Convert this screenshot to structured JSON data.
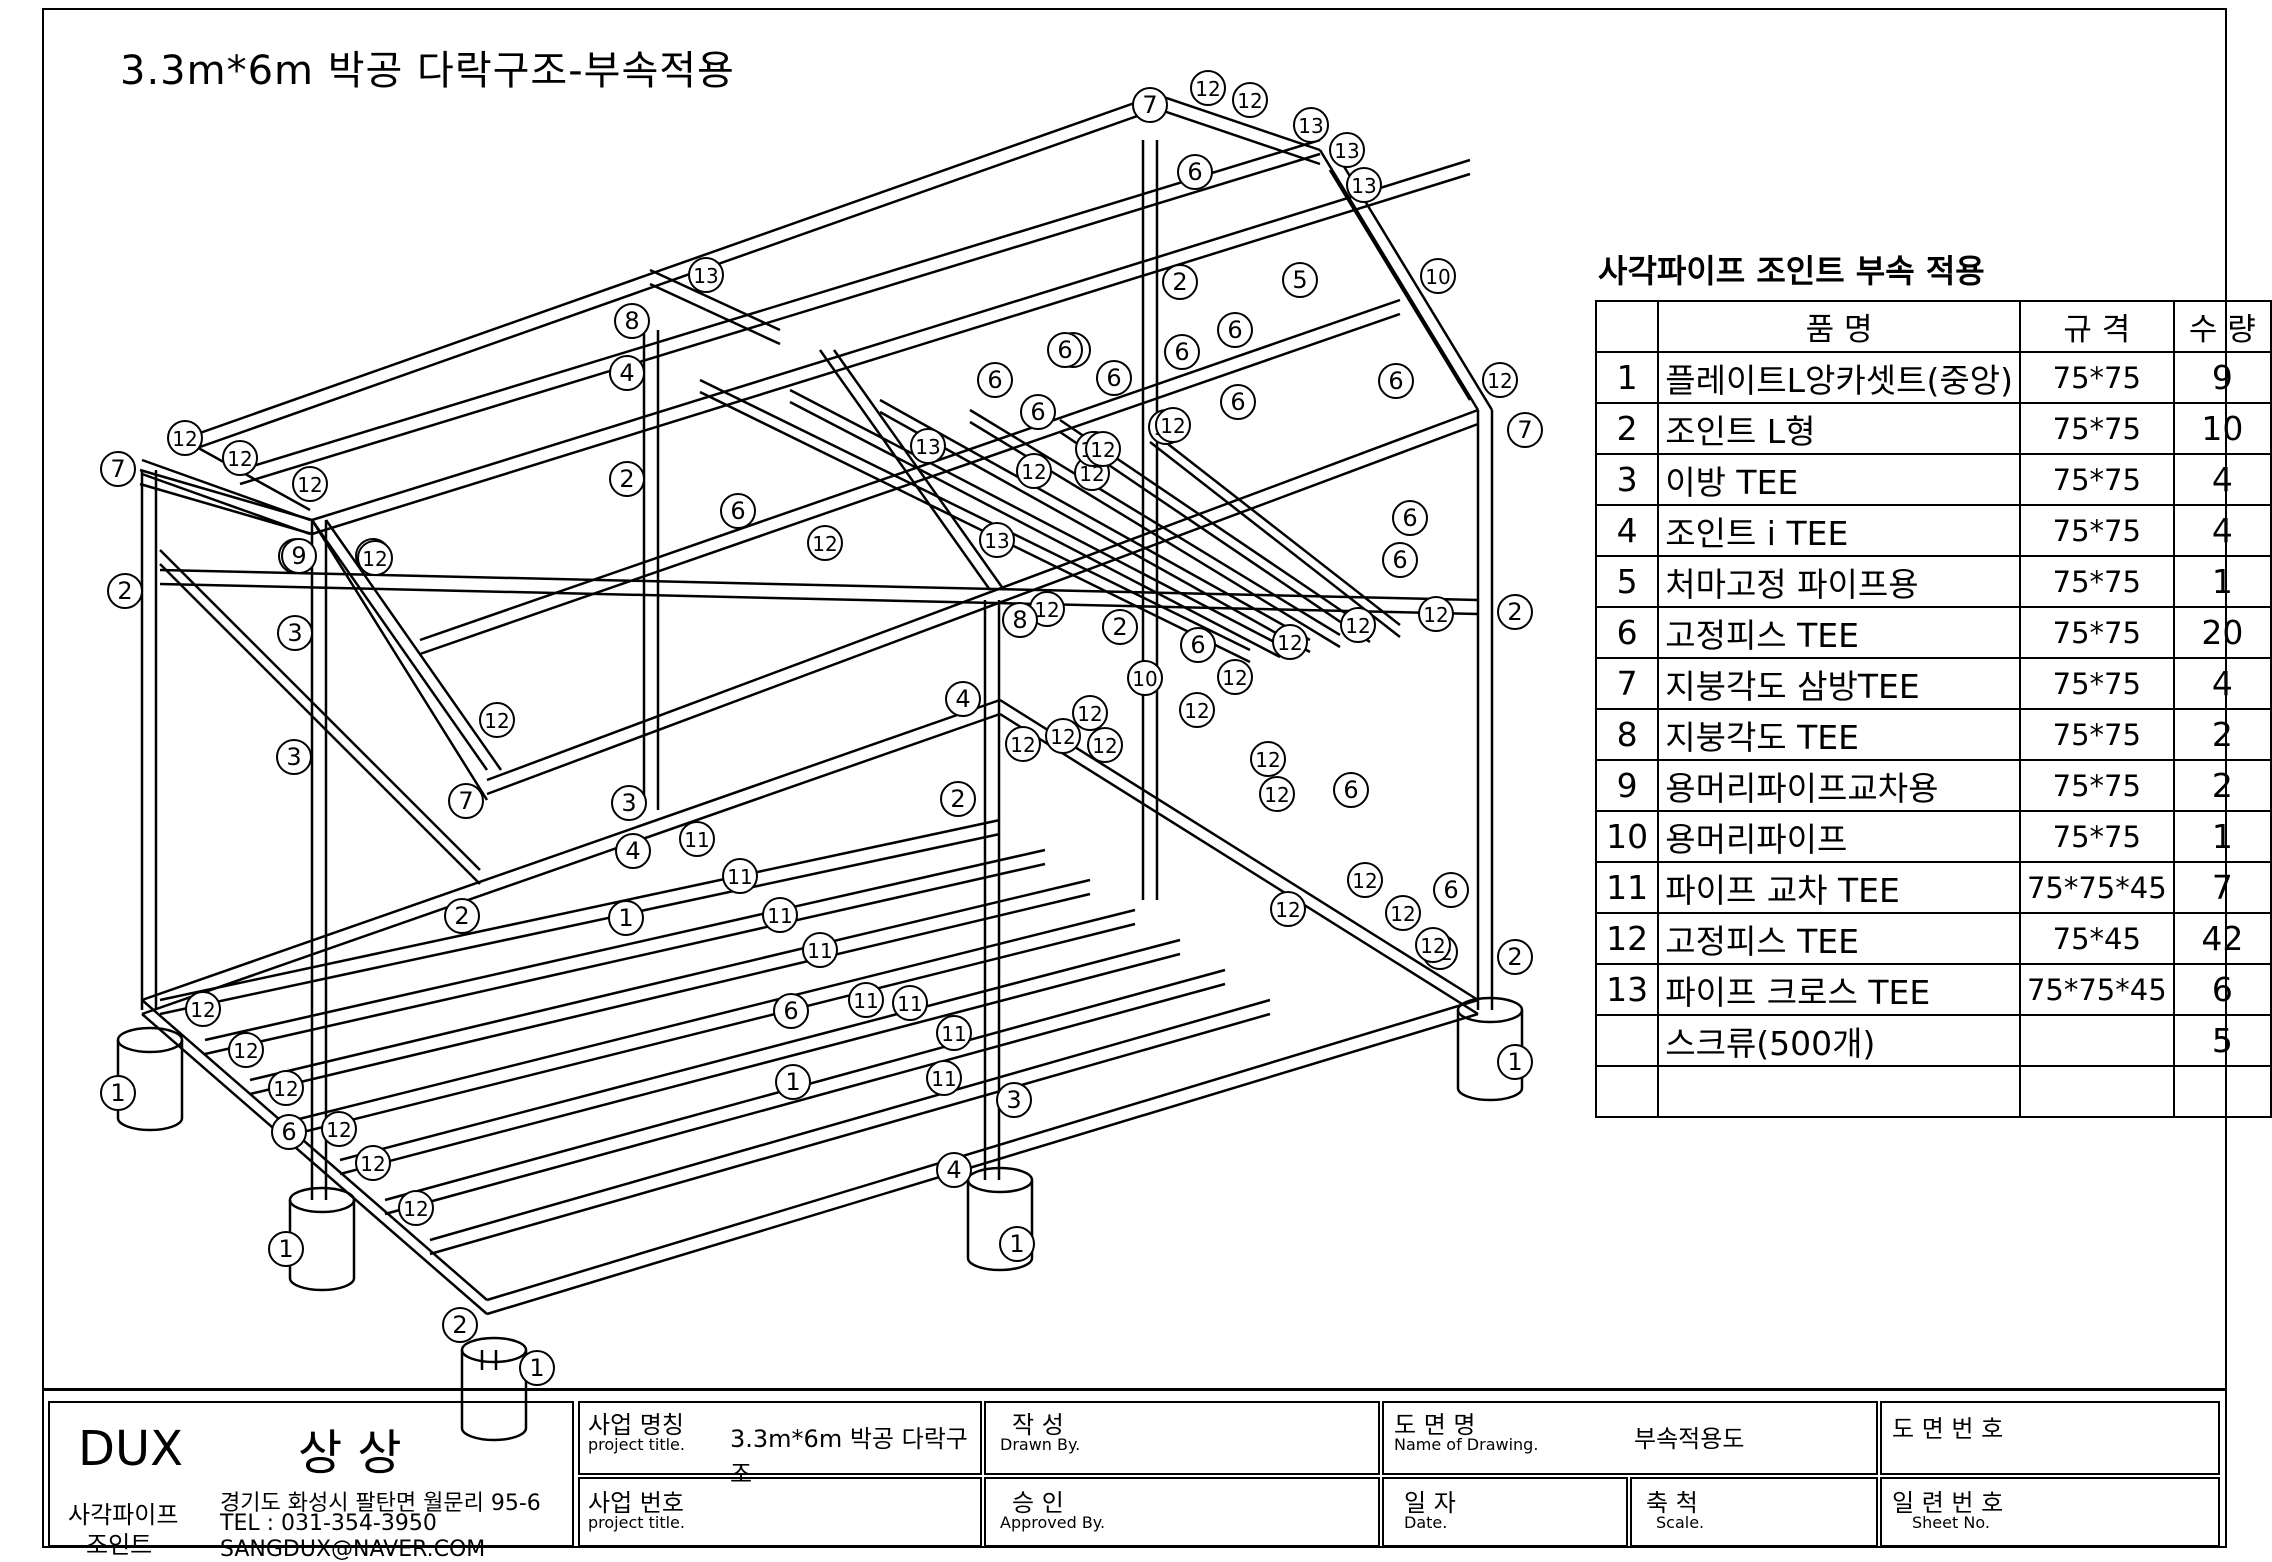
{
  "title": "3.3m*6m 박공 다락구조-부속적용",
  "table": {
    "title": "사각파이프 조인트 부속 적용",
    "headers": {
      "name": "품 명",
      "spec": "규 격",
      "qty": "수 량"
    },
    "rows": [
      {
        "num": "1",
        "name": "플레이트L앙카셋트(중앙)",
        "spec": "75*75",
        "qty": "9"
      },
      {
        "num": "2",
        "name": "조인트 L형",
        "spec": "75*75",
        "qty": "10"
      },
      {
        "num": "3",
        "name": "이방 TEE",
        "spec": "75*75",
        "qty": "4"
      },
      {
        "num": "4",
        "name": "조인트 i TEE",
        "spec": "75*75",
        "qty": "4"
      },
      {
        "num": "5",
        "name": "처마고정 파이프용",
        "spec": "75*75",
        "qty": "1"
      },
      {
        "num": "6",
        "name": "고정피스 TEE",
        "spec": "75*75",
        "qty": "20"
      },
      {
        "num": "7",
        "name": "지붕각도 삼방TEE",
        "spec": "75*75",
        "qty": "4"
      },
      {
        "num": "8",
        "name": "지붕각도 TEE",
        "spec": "75*75",
        "qty": "2"
      },
      {
        "num": "9",
        "name": "용머리파이프교차용",
        "spec": "75*75",
        "qty": "2"
      },
      {
        "num": "10",
        "name": "용머리파이프",
        "spec": "75*75",
        "qty": "1"
      },
      {
        "num": "11",
        "name": "파이프 교차 TEE",
        "spec": "75*75*45",
        "qty": "7"
      },
      {
        "num": "12",
        "name": "고정피스 TEE",
        "spec": "75*45",
        "qty": "42"
      },
      {
        "num": "13",
        "name": "파이프 크로스 TEE",
        "spec": "75*75*45",
        "qty": "6"
      },
      {
        "num": "",
        "name": "스크류(500개)",
        "spec": "",
        "qty": "5"
      },
      {
        "num": "",
        "name": "",
        "spec": "",
        "qty": ""
      }
    ]
  },
  "titleblock": {
    "brand": "DUX",
    "brand_korean": "상 상",
    "company_line1": "사각파이프",
    "company_line2": "조인트",
    "address": "경기도 화성시 팔탄면 월문리 95-6",
    "tel": "TEL : 031-354-3950",
    "email": "SANGDUX@NAVER.COM",
    "project_name_label": "사업 명칭",
    "project_name_sub": "project title.",
    "project_name_value": "3.3m*6m 박공 다락구조",
    "project_no_label": "사업 번호",
    "project_no_sub": "project title.",
    "drawn_label": "작 성",
    "drawn_sub": "Drawn By.",
    "approved_label": "승 인",
    "approved_sub": "Approved By.",
    "drawing_name_label": "도 면 명",
    "drawing_name_sub": "Name of Drawing.",
    "drawing_name_value": "부속적용도",
    "date_label": "일 자",
    "date_sub": "Date.",
    "scale_label": "축 척",
    "scale_sub": "Scale.",
    "drawing_no_label": "도 면 번 호",
    "sheet_label": "일 련 번 호",
    "sheet_sub": "Sheet No."
  },
  "callouts": [
    {
      "n": "12"
    },
    {
      "n": "12"
    },
    {
      "n": "12"
    },
    {
      "n": "9"
    },
    {
      "n": "12"
    },
    {
      "n": "7"
    },
    {
      "n": "6"
    },
    {
      "n": "12"
    },
    {
      "n": "12"
    },
    {
      "n": "13"
    },
    {
      "n": "13"
    },
    {
      "n": "13"
    },
    {
      "n": "10"
    },
    {
      "n": "2"
    },
    {
      "n": "5"
    },
    {
      "n": "8"
    },
    {
      "n": "6"
    },
    {
      "n": "4"
    },
    {
      "n": "6"
    },
    {
      "n": "6"
    },
    {
      "n": "6"
    },
    {
      "n": "6"
    },
    {
      "n": "13"
    },
    {
      "n": "6"
    },
    {
      "n": "6"
    },
    {
      "n": "6"
    },
    {
      "n": "12"
    },
    {
      "n": "6"
    },
    {
      "n": "12"
    },
    {
      "n": "7"
    },
    {
      "n": "12"
    },
    {
      "n": "12"
    },
    {
      "n": "7"
    },
    {
      "n": "12"
    },
    {
      "n": "2"
    },
    {
      "n": "12"
    },
    {
      "n": "13"
    },
    {
      "n": "12"
    },
    {
      "n": "2"
    },
    {
      "n": "9"
    },
    {
      "n": "12"
    },
    {
      "n": "6"
    },
    {
      "n": "12"
    },
    {
      "n": "3"
    },
    {
      "n": "13"
    },
    {
      "n": "12"
    },
    {
      "n": "12"
    },
    {
      "n": "6"
    },
    {
      "n": "6"
    },
    {
      "n": "8"
    },
    {
      "n": "2"
    },
    {
      "n": "6"
    },
    {
      "n": "12"
    },
    {
      "n": "12"
    },
    {
      "n": "12"
    },
    {
      "n": "2"
    },
    {
      "n": "3"
    },
    {
      "n": "10"
    },
    {
      "n": "12"
    },
    {
      "n": "4"
    },
    {
      "n": "12"
    },
    {
      "n": "12"
    },
    {
      "n": "12"
    },
    {
      "n": "12"
    },
    {
      "n": "12"
    },
    {
      "n": "7"
    },
    {
      "n": "12"
    },
    {
      "n": "6"
    },
    {
      "n": "3"
    },
    {
      "n": "2"
    },
    {
      "n": "12"
    },
    {
      "n": "4"
    },
    {
      "n": "11"
    },
    {
      "n": "11"
    },
    {
      "n": "12"
    },
    {
      "n": "2"
    },
    {
      "n": "11"
    },
    {
      "n": "1"
    },
    {
      "n": "12"
    },
    {
      "n": "6"
    },
    {
      "n": "11"
    },
    {
      "n": "12"
    },
    {
      "n": "11"
    },
    {
      "n": "12"
    },
    {
      "n": "2"
    },
    {
      "n": "11"
    },
    {
      "n": "12"
    },
    {
      "n": "11"
    },
    {
      "n": "12"
    },
    {
      "n": "1"
    },
    {
      "n": "6"
    },
    {
      "n": "12"
    },
    {
      "n": "11"
    },
    {
      "n": "1"
    },
    {
      "n": "1"
    },
    {
      "n": "12"
    },
    {
      "n": "3"
    },
    {
      "n": "12"
    },
    {
      "n": "6"
    },
    {
      "n": "12"
    },
    {
      "n": "4"
    },
    {
      "n": "12"
    },
    {
      "n": "1"
    },
    {
      "n": "12"
    },
    {
      "n": "1"
    },
    {
      "n": "2"
    },
    {
      "n": "1"
    }
  ]
}
